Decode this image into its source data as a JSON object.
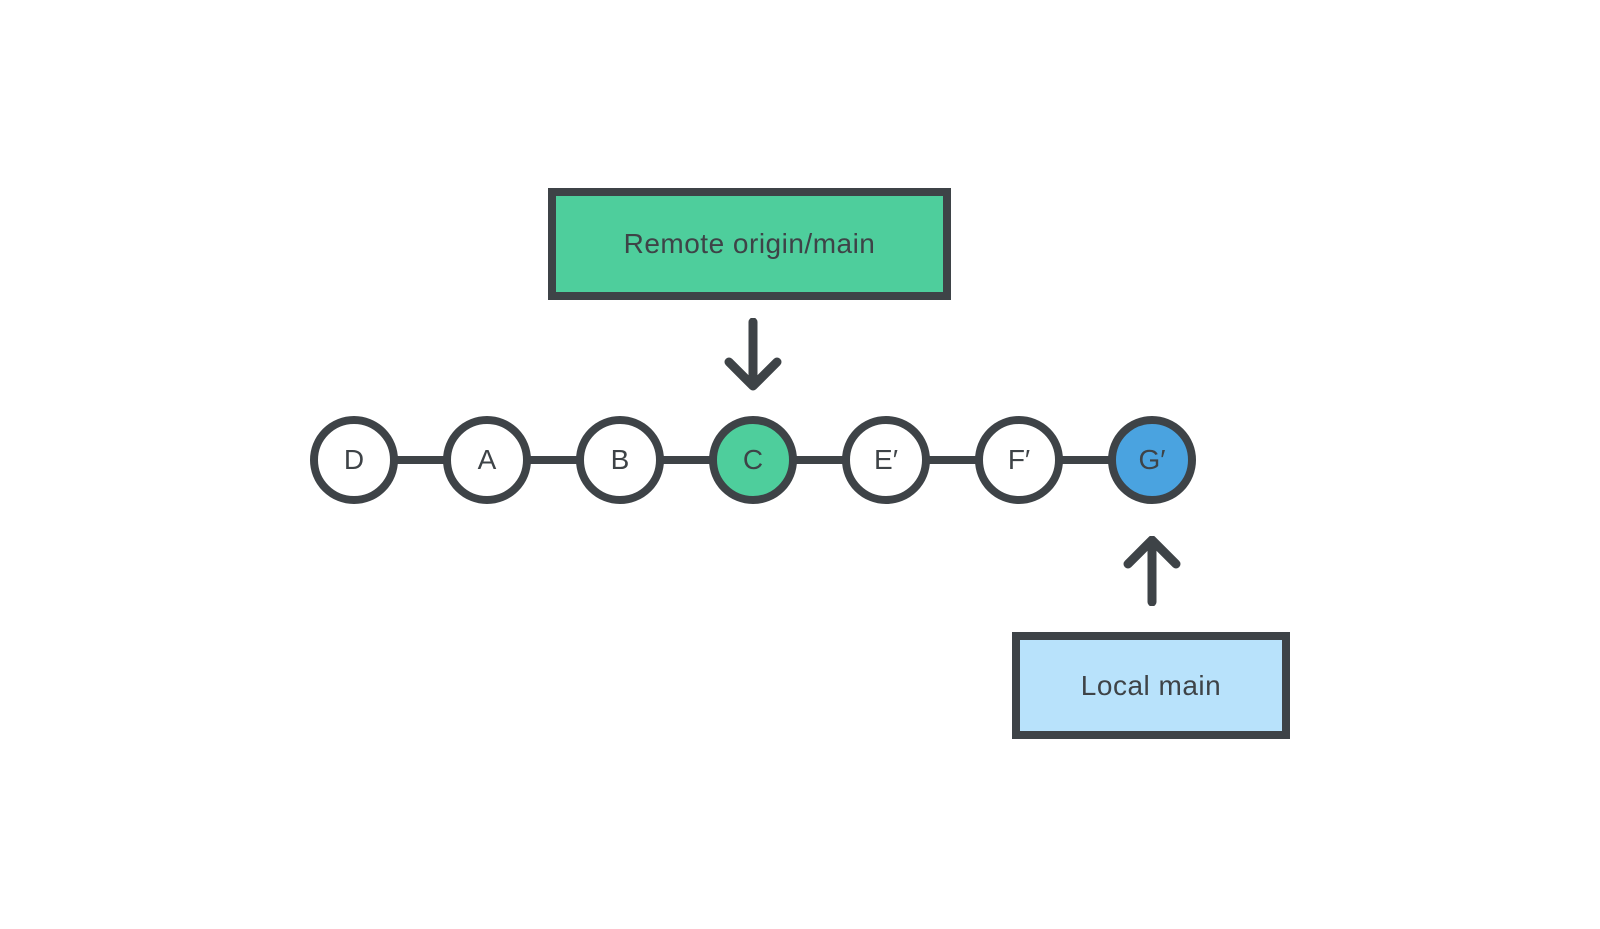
{
  "diagram": {
    "remote_branch": {
      "label": "Remote origin/main",
      "fill": "#4ece9c"
    },
    "local_branch": {
      "label": "Local main",
      "fill": "#b8e2fb"
    },
    "commits": [
      {
        "label": "D",
        "fill": "#ffffff"
      },
      {
        "label": "A",
        "fill": "#ffffff"
      },
      {
        "label": "B",
        "fill": "#ffffff"
      },
      {
        "label": "C",
        "fill": "#4ece9c"
      },
      {
        "label": "E′",
        "fill": "#ffffff"
      },
      {
        "label": "F′",
        "fill": "#ffffff"
      },
      {
        "label": "G′",
        "fill": "#4aa3e0"
      }
    ],
    "colors": {
      "outline": "#3e4347",
      "background": "#ffffff",
      "remote_green": "#4ece9c",
      "local_head_blue": "#4aa3e0",
      "local_label_blue": "#b8e2fb"
    },
    "icons": {
      "down_arrow": "arrow-down",
      "up_arrow": "arrow-up"
    }
  }
}
